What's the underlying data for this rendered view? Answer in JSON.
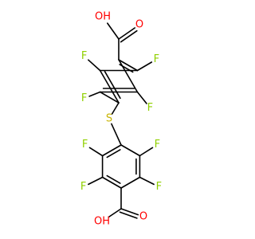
{
  "molecule": {
    "atoms": [
      {
        "id": "c1",
        "element": "C"
      },
      {
        "id": "c2",
        "element": "C"
      },
      {
        "id": "c3",
        "element": "C"
      },
      {
        "id": "c4",
        "element": "C"
      },
      {
        "id": "c5",
        "element": "C"
      },
      {
        "id": "c6",
        "element": "C"
      },
      {
        "id": "c7",
        "element": "C"
      },
      {
        "id": "o1",
        "element": "O",
        "label": "O"
      },
      {
        "id": "o2",
        "element": "O",
        "label": "OH"
      },
      {
        "id": "f1",
        "element": "F",
        "label": "F"
      },
      {
        "id": "f2",
        "element": "F",
        "label": "F"
      },
      {
        "id": "f3",
        "element": "F",
        "label": "F"
      },
      {
        "id": "f4",
        "element": "F",
        "label": "F"
      },
      {
        "id": "s1",
        "element": "S",
        "label": "S"
      },
      {
        "id": "c8",
        "element": "C"
      },
      {
        "id": "c9",
        "element": "C"
      },
      {
        "id": "c10",
        "element": "C"
      },
      {
        "id": "c11",
        "element": "C"
      },
      {
        "id": "c12",
        "element": "C"
      },
      {
        "id": "c13",
        "element": "C"
      },
      {
        "id": "c14",
        "element": "C"
      },
      {
        "id": "o3",
        "element": "O",
        "label": "O"
      },
      {
        "id": "o4",
        "element": "O",
        "label": "OH"
      },
      {
        "id": "f5",
        "element": "F",
        "label": "F"
      },
      {
        "id": "f6",
        "element": "F",
        "label": "F"
      },
      {
        "id": "f7",
        "element": "F",
        "label": "F"
      },
      {
        "id": "f8",
        "element": "F",
        "label": "F"
      }
    ],
    "bonds": [
      {
        "a": "c1",
        "b": "c2",
        "order": 2
      },
      {
        "a": "c2",
        "b": "c3",
        "order": 1
      },
      {
        "a": "c3",
        "b": "c4",
        "order": 2
      },
      {
        "a": "c4",
        "b": "c5",
        "order": 1
      },
      {
        "a": "c5",
        "b": "c6",
        "order": 2
      },
      {
        "a": "c6",
        "b": "c1",
        "order": 1
      },
      {
        "a": "c1",
        "b": "c7",
        "order": 1
      },
      {
        "a": "c7",
        "b": "o1",
        "order": 2
      },
      {
        "a": "c7",
        "b": "o2",
        "order": 1
      },
      {
        "a": "c2",
        "b": "f1",
        "order": 1
      },
      {
        "a": "c3",
        "b": "f2",
        "order": 1
      },
      {
        "a": "c5",
        "b": "f3",
        "order": 1
      },
      {
        "a": "c6",
        "b": "f4",
        "order": 1
      },
      {
        "a": "c4",
        "b": "s1",
        "order": 1
      },
      {
        "a": "s1",
        "b": "c8",
        "order": 1
      },
      {
        "a": "c8",
        "b": "c9",
        "order": 2
      },
      {
        "a": "c9",
        "b": "c10",
        "order": 1
      },
      {
        "a": "c10",
        "b": "c11",
        "order": 2
      },
      {
        "a": "c11",
        "b": "c12",
        "order": 1
      },
      {
        "a": "c12",
        "b": "c13",
        "order": 2
      },
      {
        "a": "c13",
        "b": "c8",
        "order": 1
      },
      {
        "a": "c11",
        "b": "c14",
        "order": 1
      },
      {
        "a": "c14",
        "b": "o3",
        "order": 2
      },
      {
        "a": "c14",
        "b": "o4",
        "order": 1
      },
      {
        "a": "c9",
        "b": "f5",
        "order": 1
      },
      {
        "a": "c10",
        "b": "f6",
        "order": 1
      },
      {
        "a": "c12",
        "b": "f7",
        "order": 1
      },
      {
        "a": "c13",
        "b": "f8",
        "order": 1
      }
    ]
  },
  "colors": {
    "bond": "#000000",
    "O": "#ff0000",
    "F": "#90d000",
    "S": "#c8b400"
  }
}
